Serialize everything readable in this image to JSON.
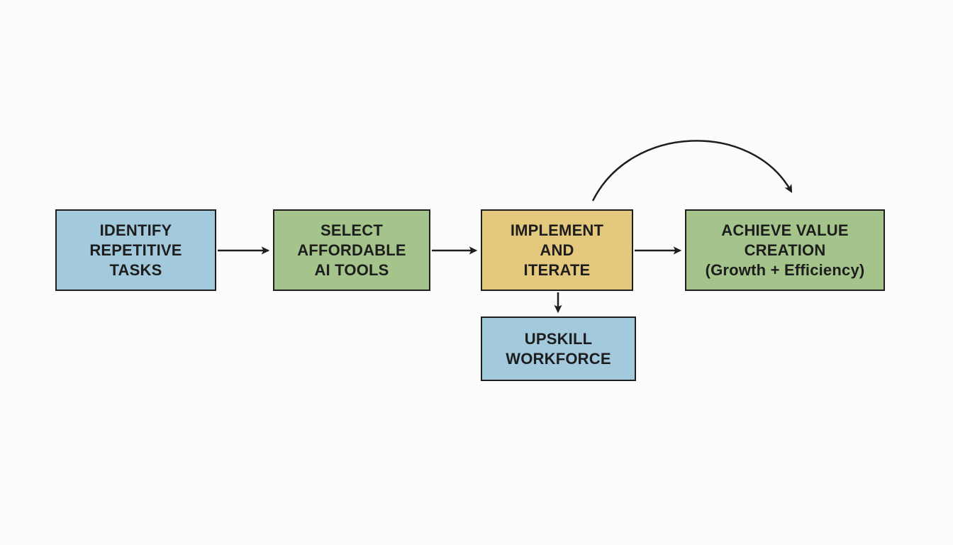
{
  "page": {
    "background": "#fcfcfb"
  },
  "palette": {
    "blue_fill": "#a3c9dd",
    "green_fill": "#a5c48b",
    "yellow_fill": "#e4c87e",
    "line_color": "#1e1e1e",
    "text_color": "#1d1d1d"
  },
  "flowchart": {
    "steps": [
      {
        "id": "identify-repetitive-tasks",
        "label": "IDENTIFY REPETITIVE TASKS",
        "lines": [
          "IDENTIFY",
          "REPETITIVE",
          "TASKS"
        ],
        "fill": "#a3c9dd"
      },
      {
        "id": "select-affordable-ai-tools",
        "label": "SELECT AFFORDABLE AI TOOLS",
        "lines": [
          "SELECT",
          "AFFORDABLE",
          "AI TOOLS"
        ],
        "fill": "#a5c48b"
      },
      {
        "id": "implement-and-iterate",
        "label": "IMPLEMENT AND ITERATE",
        "lines": [
          "IMPLEMENT",
          "AND",
          "ITERATE"
        ],
        "fill": "#e4c87e"
      },
      {
        "id": "achieve-value-creation",
        "label": "ACHIEVE VALUE CREATION (Growth + Efficiency)",
        "lines": [
          "ACHIEVE VALUE",
          "CREATION",
          "(Growth + Efficiency)"
        ],
        "fill": "#a5c48b"
      },
      {
        "id": "upskill-workforce",
        "label": "UPSKILL WORKFORCE",
        "lines": [
          "UPSKILL",
          "WORKFORCE"
        ],
        "fill": "#a3c9dd"
      }
    ],
    "connections": [
      {
        "from": "identify-repetitive-tasks",
        "to": "select-affordable-ai-tools",
        "style": "straight-right"
      },
      {
        "from": "select-affordable-ai-tools",
        "to": "implement-and-iterate",
        "style": "straight-right"
      },
      {
        "from": "implement-and-iterate",
        "to": "achieve-value-creation",
        "style": "straight-right"
      },
      {
        "from": "implement-and-iterate",
        "to": "upskill-workforce",
        "style": "straight-down"
      },
      {
        "from": "implement-and-iterate",
        "to": "achieve-value-creation",
        "style": "curved-over-top"
      }
    ]
  }
}
